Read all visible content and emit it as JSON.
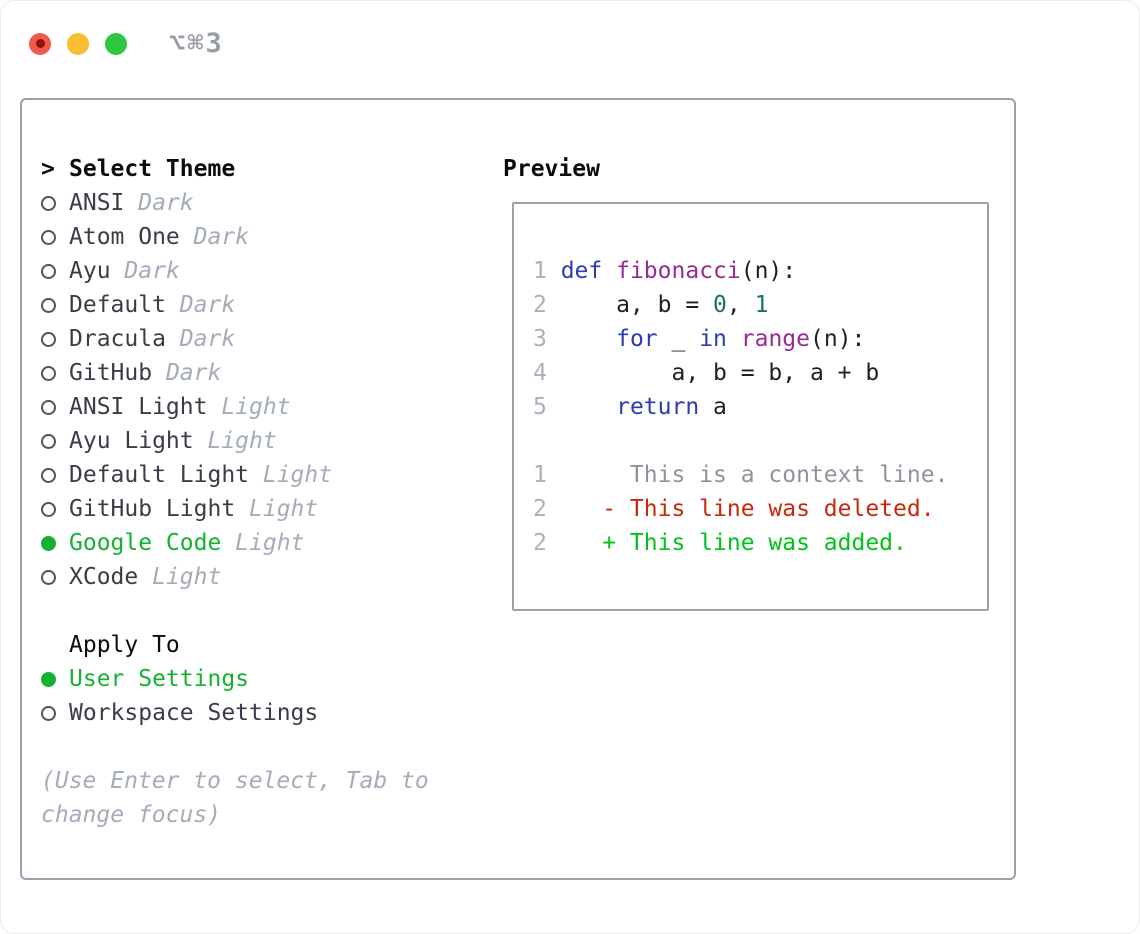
{
  "titlebar": {
    "shortcut": "⌥⌘3"
  },
  "palette": {
    "accent_green": "#13b231",
    "added_green": "#00c317",
    "deleted_red": "#c8290d",
    "keyword_blue": "#2a3cb0",
    "function_purple": "#972b96",
    "literal_teal": "#16716b",
    "context_gray": "#8d939d",
    "muted_gray": "#a4acba",
    "line_number_gray": "#a9b1bd",
    "name_gray": "#383d47",
    "border_gray": "#99a1ad"
  },
  "theme_panel": {
    "title": "Select Theme",
    "title_marker": ">",
    "themes": [
      {
        "name": "ANSI",
        "variant": "Dark",
        "selected": false
      },
      {
        "name": "Atom One",
        "variant": "Dark",
        "selected": false
      },
      {
        "name": "Ayu",
        "variant": "Dark",
        "selected": false
      },
      {
        "name": "Default",
        "variant": "Dark",
        "selected": false
      },
      {
        "name": "Dracula",
        "variant": "Dark",
        "selected": false
      },
      {
        "name": "GitHub",
        "variant": "Dark",
        "selected": false
      },
      {
        "name": "ANSI Light",
        "variant": "Light",
        "selected": false
      },
      {
        "name": "Ayu Light",
        "variant": "Light",
        "selected": false
      },
      {
        "name": "Default Light",
        "variant": "Light",
        "selected": false
      },
      {
        "name": "GitHub Light",
        "variant": "Light",
        "selected": false
      },
      {
        "name": "Google Code",
        "variant": "Light",
        "selected": true
      },
      {
        "name": "XCode",
        "variant": "Light",
        "selected": false
      }
    ],
    "apply_to_title": "Apply To",
    "apply_options": [
      {
        "label": "User Settings",
        "selected": true
      },
      {
        "label": "Workspace Settings",
        "selected": false
      }
    ],
    "hint": "(Use Enter to select, Tab to change focus)"
  },
  "preview": {
    "title": "Preview",
    "lines": [
      {
        "num": "1",
        "segs": [
          {
            "t": " ",
            "s": "p"
          },
          {
            "t": "def",
            "s": "kw"
          },
          {
            "t": " ",
            "s": "p"
          },
          {
            "t": "fibonacci",
            "s": "fn"
          },
          {
            "t": "(n):",
            "s": "p"
          }
        ]
      },
      {
        "num": "2",
        "segs": [
          {
            "t": "     a, b = ",
            "s": "p"
          },
          {
            "t": "0",
            "s": "num"
          },
          {
            "t": ", ",
            "s": "p"
          },
          {
            "t": "1",
            "s": "num"
          }
        ]
      },
      {
        "num": "3",
        "segs": [
          {
            "t": "     ",
            "s": "p"
          },
          {
            "t": "for",
            "s": "kw"
          },
          {
            "t": " _ ",
            "s": "p"
          },
          {
            "t": "in",
            "s": "kw"
          },
          {
            "t": " ",
            "s": "p"
          },
          {
            "t": "range",
            "s": "fn"
          },
          {
            "t": "(n):",
            "s": "p"
          }
        ]
      },
      {
        "num": "4",
        "segs": [
          {
            "t": "         a, b = b, a + b",
            "s": "p"
          }
        ]
      },
      {
        "num": "5",
        "segs": [
          {
            "t": "     ",
            "s": "p"
          },
          {
            "t": "return",
            "s": "kw"
          },
          {
            "t": " a",
            "s": "p"
          }
        ]
      },
      {
        "num": "",
        "segs": []
      },
      {
        "num": "1",
        "segs": [
          {
            "t": "      This is a context line.",
            "s": "ctx"
          }
        ]
      },
      {
        "num": "2",
        "segs": [
          {
            "t": "    ",
            "s": "p"
          },
          {
            "t": "- This line was deleted.",
            "s": "del"
          }
        ]
      },
      {
        "num": "2",
        "segs": [
          {
            "t": "    ",
            "s": "p"
          },
          {
            "t": "+ This line was added.",
            "s": "add"
          }
        ]
      }
    ]
  }
}
